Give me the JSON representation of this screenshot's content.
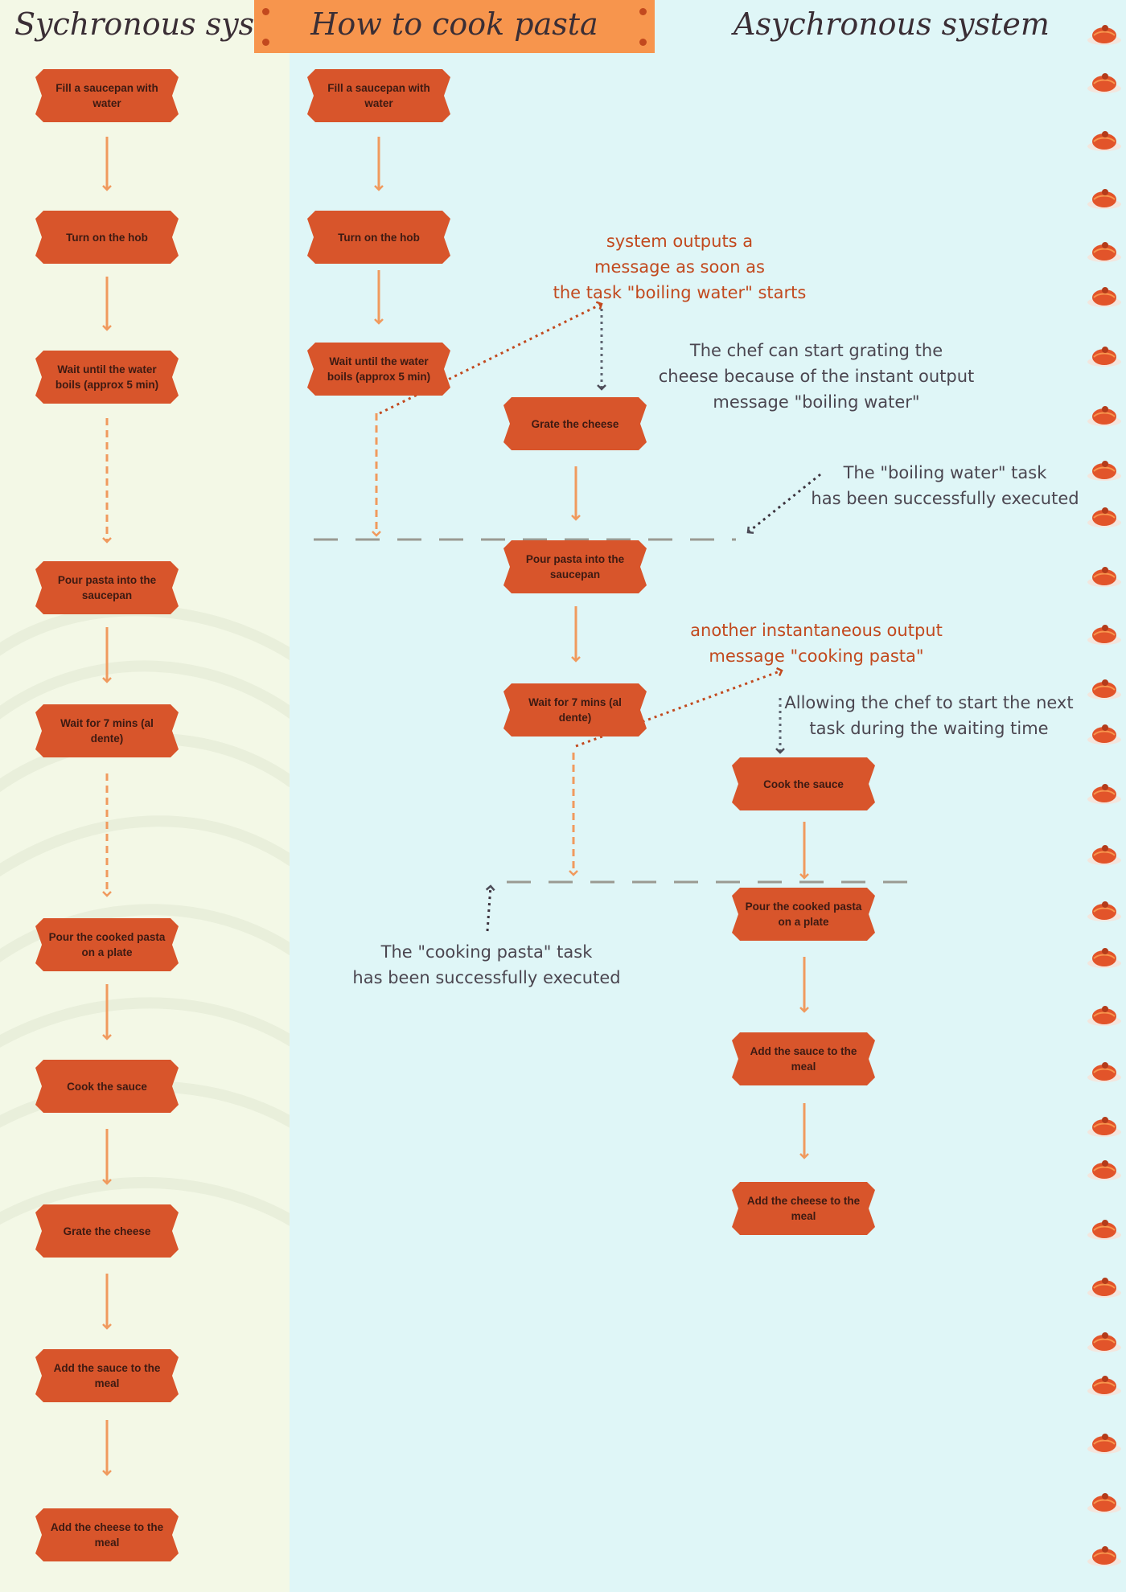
{
  "header": {
    "title": "How to cook pasta",
    "sync_heading": "Sychronous system",
    "async_heading": "Asychronous system"
  },
  "sync_steps": [
    "Fill a saucepan with water",
    "Turn on the hob",
    "Wait until the water boils (approx 5 min)",
    "Pour pasta into the saucepan",
    "Wait for 7 mins (al dente)",
    "Pour the cooked pasta on a plate",
    "Cook the sauce",
    "Grate the cheese",
    "Add the sauce to the meal",
    "Add the cheese to the meal"
  ],
  "async_steps": [
    "Fill a saucepan with water",
    "Turn on the hob",
    "Wait until the water boils (approx 5 min)",
    "Grate the cheese",
    "Pour pasta into the saucepan",
    "Wait for 7 mins (al dente)",
    "Cook the sauce",
    "Pour the cooked pasta on a plate",
    "Add the sauce to the meal",
    "Add the cheese to the meal"
  ],
  "notes": {
    "boiling_output": [
      "system outputs a",
      "message as soon as",
      "the task \"boiling water\" starts"
    ],
    "chef_grating": [
      "The chef can start grating the",
      "cheese because of the instant output",
      "message \"boiling water\""
    ],
    "boiling_done": [
      "The \"boiling water\" task",
      "has been successfully executed"
    ],
    "cooking_output": [
      "another instantaneous output",
      "message \"cooking pasta\""
    ],
    "chef_next_task": [
      "Allowing the chef to start the next",
      "task during the waiting time"
    ],
    "cooking_done": [
      "The \"cooking pasta\" task",
      "has been successfully executed"
    ]
  },
  "colors": {
    "step_fill": "#d8552b",
    "step_text": "#3d1a12",
    "arrow": "#f09a5e",
    "dotted_arrow": "#c2491e",
    "gray_dotted": "#5d6470",
    "note_orange": "#c2491e",
    "note_gray": "#4b4650",
    "banner": "#f7954d",
    "left_bg": "#f3f8e6",
    "right_bg": "#dff6f7"
  },
  "decorations": {
    "side_icon": "pasta-plate-icon"
  }
}
